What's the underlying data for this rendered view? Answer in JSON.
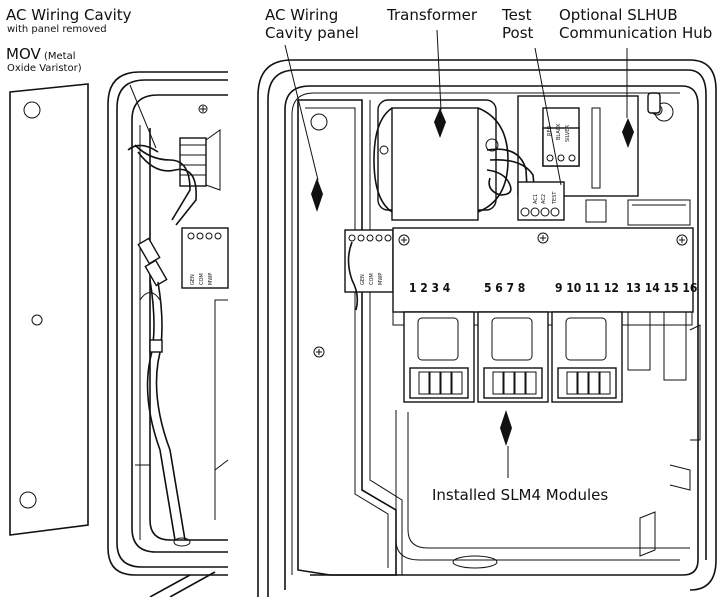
{
  "labels": {
    "ac_cavity_title": "AC Wiring Cavity",
    "ac_cavity_sub": "with panel removed",
    "mov_title": "MOV",
    "mov_paren1": "(Metal",
    "mov_paren2": "Oxide Varistor)",
    "ac_panel_1": "AC Wiring",
    "ac_panel_2": "Cavity panel",
    "transformer": "Transformer",
    "test_post_1": "Test",
    "test_post_2": "Post",
    "slhub_1": "Optional SLHUB",
    "slhub_2": "Communication Hub",
    "installed_modules": "Installed SLM4 Modules"
  },
  "module_numbers": [
    "1 2 3 4",
    "5 6 7 8",
    "9 10 11 12",
    "13 14 15 16"
  ],
  "terminal_labels": {
    "left_block": [
      "GEN",
      "COM",
      "MWP"
    ],
    "right_block": [
      "GEN",
      "COM",
      "MWP"
    ],
    "hub_block": [
      "RED",
      "BLACK",
      "SILVER"
    ],
    "test_block": [
      "AC1",
      "AC2",
      "TEST"
    ]
  }
}
